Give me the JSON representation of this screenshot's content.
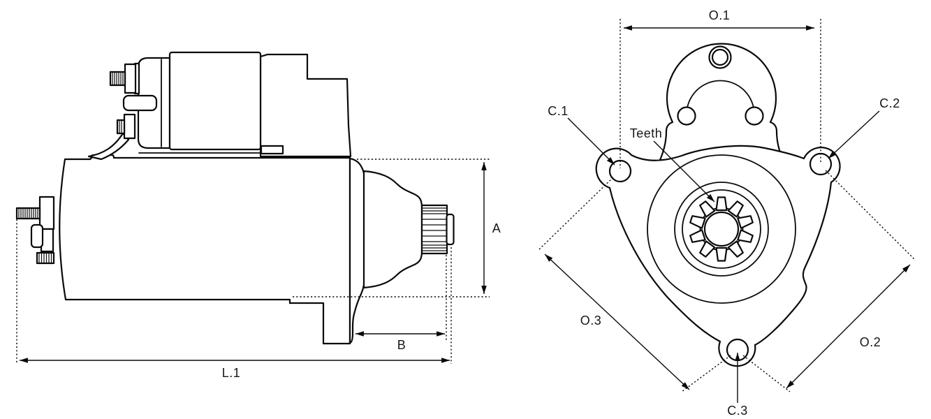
{
  "drawing": {
    "colors": {
      "line": "#0a0a0a",
      "background": "#ffffff"
    },
    "labels": {
      "l1": "L.1",
      "a": "A",
      "b": "B",
      "o1": "O.1",
      "o2": "O.2",
      "o3": "O.3",
      "c1": "C.1",
      "c2": "C.2",
      "c3": "C.3",
      "teeth": "Teeth"
    }
  }
}
